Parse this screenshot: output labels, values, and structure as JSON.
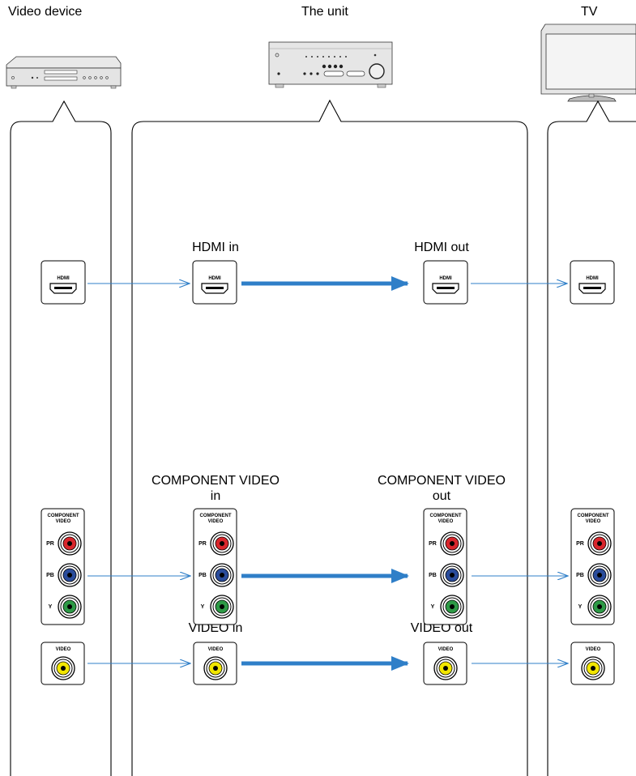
{
  "columns": {
    "video_device": "Video device",
    "the_unit": "The unit",
    "tv": "TV"
  },
  "unit_labels": {
    "hdmi_in": "HDMI in",
    "hdmi_out": "HDMI out",
    "component_in_line1": "COMPONENT VIDEO",
    "component_in_line2": "in",
    "component_out_line1": "COMPONENT VIDEO",
    "component_out_line2": "out",
    "video_in": "VIDEO in",
    "video_out": "VIDEO out"
  },
  "jack_text": {
    "hdmi": "HDMI",
    "component_line1": "COMPONENT",
    "component_line2": "VIDEO",
    "pr": "PR",
    "pb": "PB",
    "y": "Y",
    "video": "VIDEO"
  },
  "colors": {
    "line": "#000000",
    "signal_thin": "#2f7fc8",
    "signal_thick": "#2f7fc8",
    "pr": "#d9262c",
    "pb": "#2b4d9c",
    "y": "#2e9a46",
    "composite": "#f2e600"
  },
  "icons": {
    "video_device": "dvd-player-icon",
    "the_unit": "av-receiver-icon",
    "tv": "television-icon"
  }
}
